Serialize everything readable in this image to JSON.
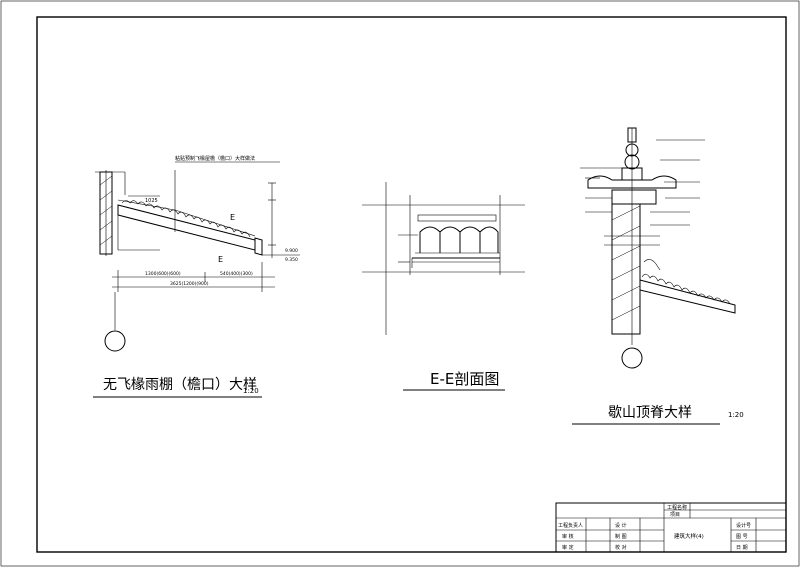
{
  "drawings": {
    "left": {
      "title": "无飞椽雨棚（檐口）大样",
      "scale": "1:20",
      "note_top": "粘贴预制飞椽屋檐（檐口）大样做法",
      "dim_1025": "1025",
      "dim_bottom_1": "1300(600)(600)",
      "dim_bottom_2": "540(400)(300)",
      "dim_bottom_total": "3625(1200)(900)",
      "level_1": "9.900",
      "level_2": "9.350",
      "slope_label": "E"
    },
    "middle": {
      "title": "E-E剖面图"
    },
    "right": {
      "title": "歇山顶脊大样",
      "scale": "1:20"
    }
  },
  "title_block": {
    "project_label": "工程名称",
    "item_label": "项目",
    "row_labels": [
      "工程负责人",
      "审 核",
      "审 定"
    ],
    "mid_labels": [
      "设 计",
      "制 图",
      "校 对"
    ],
    "drawing_name": "建筑大样(4)",
    "right_labels": [
      "设计号",
      "图 号",
      "日 期"
    ]
  }
}
